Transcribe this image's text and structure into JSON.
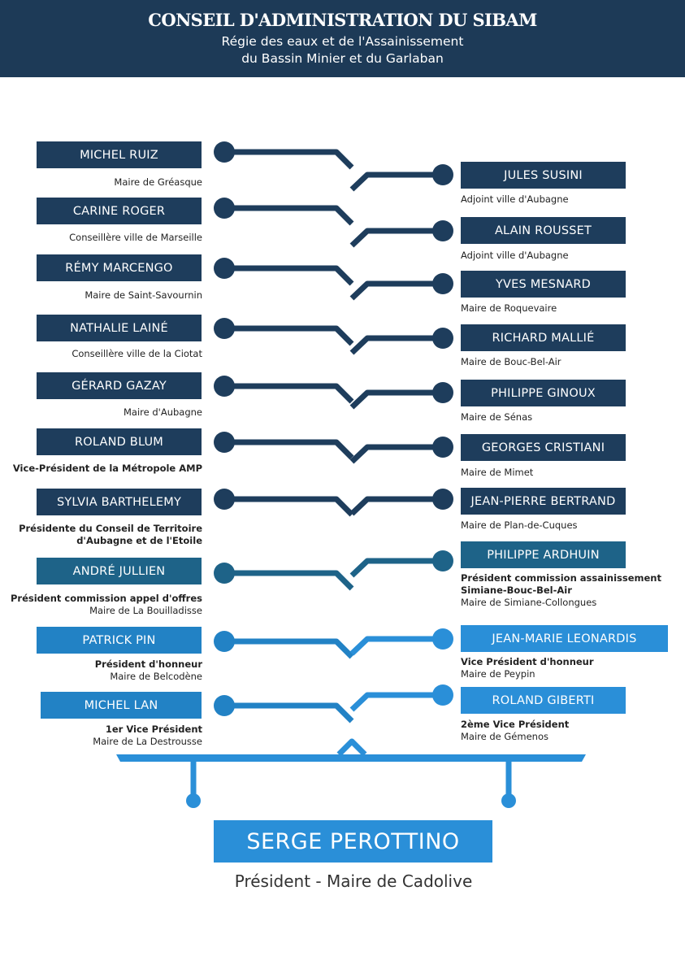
{
  "header": {
    "title": "CONSEIL D'ADMINISTRATION DU SIBAM",
    "subtitle_line1": "Régie des eaux et de l'Assainissement",
    "subtitle_line2": "du Bassin Minier et du Garlaban"
  },
  "left_members": [
    {
      "name": "MICHEL RUIZ",
      "bold": "",
      "role": "Maire de Gréasque"
    },
    {
      "name": "CARINE ROGER",
      "bold": "",
      "role": "Conseillère ville de Marseille"
    },
    {
      "name": "RÉMY MARCENGO",
      "bold": "",
      "role": "Maire de Saint-Savournin"
    },
    {
      "name": "NATHALIE LAINÉ",
      "bold": "",
      "role": "Conseillère ville de la Ciotat"
    },
    {
      "name": "GÉRARD GAZAY",
      "bold": "",
      "role": "Maire d'Aubagne"
    },
    {
      "name": "ROLAND BLUM",
      "bold": "Vice-Président de la Métropole AMP",
      "role": ""
    },
    {
      "name": "SYLVIA BARTHELEMY",
      "bold": "Présidente du Conseil de Territoire",
      "bold2": "d'Aubagne et de l'Etoile",
      "role": ""
    },
    {
      "name": "ANDRÉ JULLIEN",
      "bold": "Président commission appel d'offres",
      "role": "Maire de La Bouilladisse"
    },
    {
      "name": "PATRICK PIN",
      "bold": "Président d'honneur",
      "role": "Maire de Belcodène"
    },
    {
      "name": "MICHEL LAN",
      "bold": "1er Vice Président",
      "role": "Maire de La Destrousse"
    }
  ],
  "right_members": [
    {
      "name": "JULES SUSINI",
      "bold": "",
      "role": "Adjoint ville d'Aubagne"
    },
    {
      "name": "ALAIN ROUSSET",
      "bold": "",
      "role": "Adjoint ville d'Aubagne"
    },
    {
      "name": "YVES MESNARD",
      "bold": "",
      "role": "Maire de Roquevaire"
    },
    {
      "name": "RICHARD MALLIÉ",
      "bold": "",
      "role": "Maire de Bouc-Bel-Air"
    },
    {
      "name": "PHILIPPE GINOUX",
      "bold": "",
      "role": "Maire de Sénas"
    },
    {
      "name": "GEORGES CRISTIANI",
      "bold": "",
      "role": "Maire de Mimet"
    },
    {
      "name": "JEAN-PIERRE BERTRAND",
      "bold": "",
      "role": "Maire de Plan-de-Cuques"
    },
    {
      "name": "PHILIPPE ARDHUIN",
      "bold": "Président commission assainissement",
      "bold2": "Simiane-Bouc-Bel-Air",
      "role": "Maire de Simiane-Collongues"
    },
    {
      "name": "JEAN-MARIE LEONARDIS",
      "bold": "Vice Président d'honneur",
      "role": "Maire de Peypin"
    },
    {
      "name": "ROLAND GIBERTI",
      "bold": "2ème Vice Président",
      "role": "Maire de Gémenos"
    }
  ],
  "president": {
    "name": "SERGE PEROTTINO",
    "role": "Président - Maire de Cadolive"
  },
  "colors": {
    "header": "#1d3a57",
    "dark": "#1e3d5c",
    "mid": "#1e6388",
    "blue": "#2282c5",
    "light": "#2a8fd8"
  }
}
